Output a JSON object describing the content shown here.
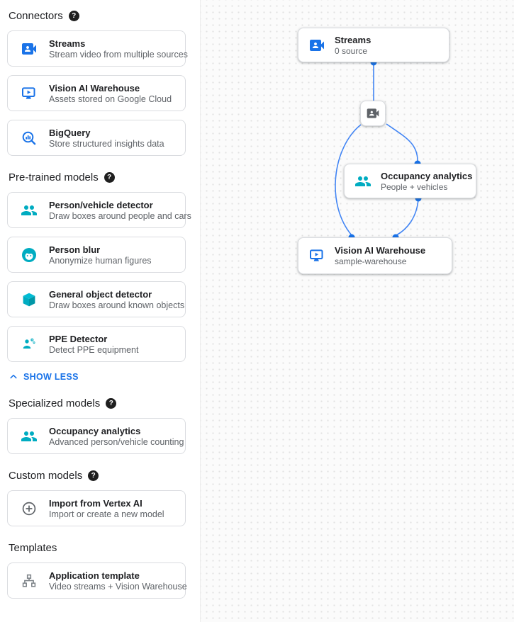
{
  "colors": {
    "accent_blue": "#1a73e8",
    "edge_blue": "#4285f4",
    "model_teal": "#00acc1",
    "icon_gray": "#5f6368",
    "text_primary": "#202124",
    "text_secondary": "#5f6368"
  },
  "sidebar": {
    "help_symbol": "?",
    "show_less_label": "SHOW LESS",
    "sections": {
      "connectors": {
        "title": "Connectors",
        "items": [
          {
            "title": "Streams",
            "desc": "Stream video from multiple sources",
            "icon": "video-camera-icon"
          },
          {
            "title": "Vision AI Warehouse",
            "desc": "Assets stored on Google Cloud",
            "icon": "smart-display-icon"
          },
          {
            "title": "BigQuery",
            "desc": "Store structured insights data",
            "icon": "bigquery-icon"
          }
        ]
      },
      "pretrained": {
        "title": "Pre-trained models",
        "items": [
          {
            "title": "Person/vehicle detector",
            "desc": "Draw boxes around people and cars",
            "icon": "people-group-icon"
          },
          {
            "title": "Person blur",
            "desc": "Anonymize human figures",
            "icon": "face-icon"
          },
          {
            "title": "General object detector",
            "desc": "Draw boxes around known objects",
            "icon": "cube-icon"
          },
          {
            "title": "PPE Detector",
            "desc": "Detect PPE equipment",
            "icon": "person-gear-icon"
          }
        ]
      },
      "specialized": {
        "title": "Specialized models",
        "items": [
          {
            "title": "Occupancy analytics",
            "desc": "Advanced person/vehicle counting",
            "icon": "people-group-icon"
          }
        ]
      },
      "custom": {
        "title": "Custom models",
        "items": [
          {
            "title": "Import from Vertex AI",
            "desc": "Import or create a new model",
            "icon": "plus-circle-icon"
          }
        ]
      },
      "templates": {
        "title": "Templates",
        "items": [
          {
            "title": "Application template",
            "desc": "Video streams + Vision Warehouse",
            "icon": "schema-icon"
          }
        ]
      }
    }
  },
  "canvas": {
    "nodes": {
      "streams": {
        "title": "Streams",
        "subtitle": "0 source",
        "icon": "video-camera-icon"
      },
      "camera": {
        "icon": "video-camera-icon"
      },
      "occupancy": {
        "title": "Occupancy analytics",
        "subtitle": "People + vehicles",
        "icon": "people-group-icon"
      },
      "warehouse": {
        "title": "Vision AI Warehouse",
        "subtitle": "sample-warehouse",
        "icon": "smart-display-icon"
      }
    }
  }
}
